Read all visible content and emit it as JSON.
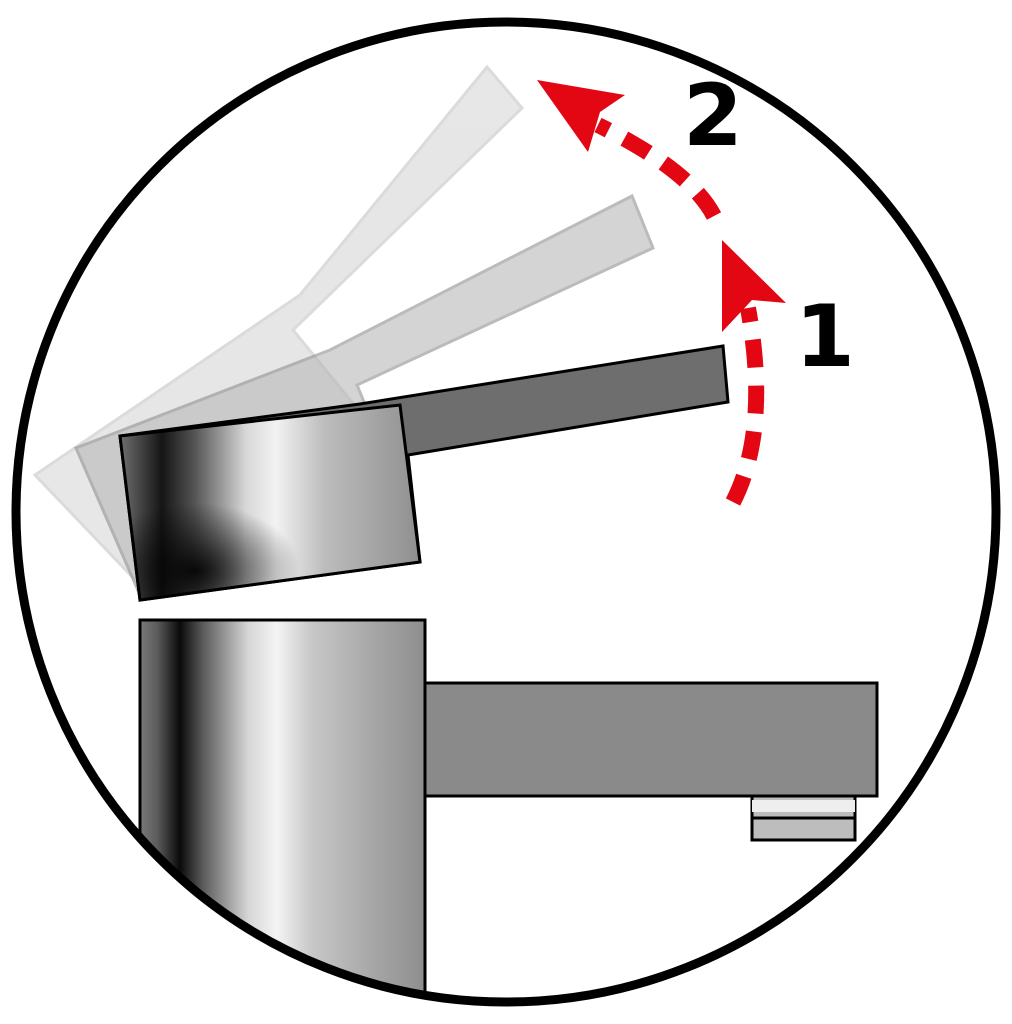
{
  "diagram": {
    "labels": {
      "step1": "1",
      "step2": "2"
    },
    "colors": {
      "frame": "#000000",
      "background": "#ffffff",
      "arrow": "#e30613",
      "handle_dark": "#6e6e6e",
      "spout": "#8a8a8a",
      "ghost": "#b4b4b4"
    },
    "icons": {
      "frame": "circle-frame",
      "tap": "faucet-icon",
      "arrow": "dashed-curved-arrow-icon"
    }
  }
}
